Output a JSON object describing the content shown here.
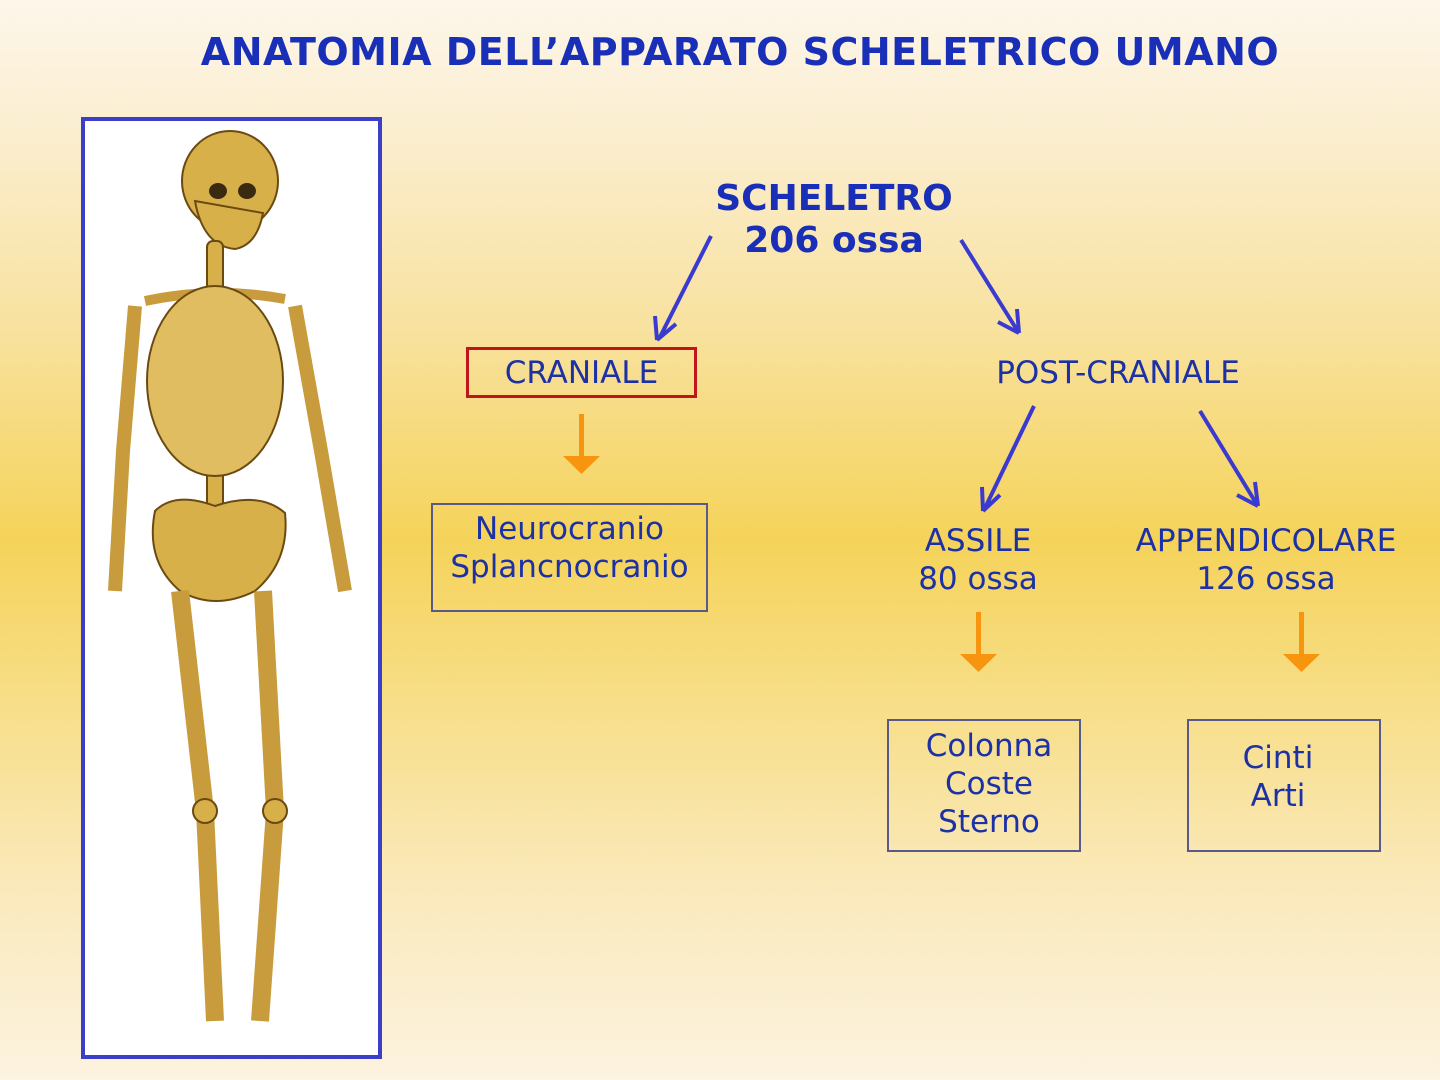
{
  "title": "ANATOMIA DELL’APPARATO SCHELETRICO UMANO",
  "image": {
    "alt": "Illustration of the full human skeleton, front view",
    "icon": "skeleton-illustration"
  },
  "diagram": {
    "root": {
      "line1": "SCHELETRO",
      "line2": "206 ossa"
    },
    "cranial": {
      "label": "CRANIALE",
      "children": {
        "line1": "Neurocranio",
        "line2": "Splancnocranio"
      }
    },
    "postcranial": {
      "label": "POST-CRANIALE",
      "axial": {
        "label": "ASSILE",
        "count": "80 ossa",
        "children": {
          "line1": "Colonna",
          "line2": "Coste",
          "line3": "Sterno"
        }
      },
      "appendicular": {
        "label": "APPENDICOLARE",
        "count": "126 ossa",
        "children": {
          "line1": "Cinti",
          "line2": "Arti"
        }
      }
    }
  },
  "colors": {
    "title": "#1a2fb8",
    "text": "#1d31a6",
    "blue_arrow": "#3a3ad0",
    "orange_arrow": "#f7950f",
    "highlight_border": "#c0151a",
    "frame_border": "#3a3ec8"
  }
}
